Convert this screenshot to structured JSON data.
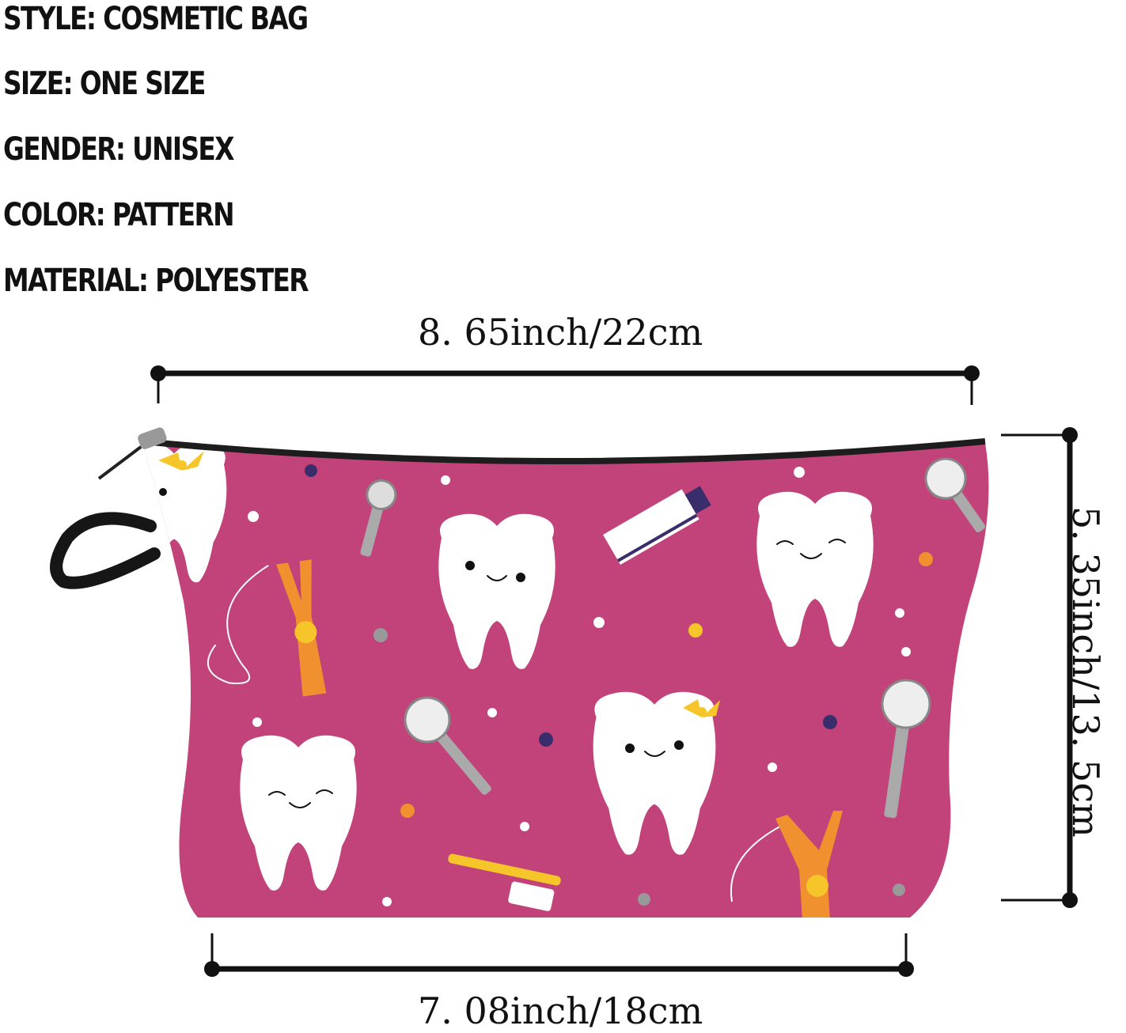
{
  "specs": {
    "style": "STYLE: COSMETIC BAG",
    "size": "SIZE:  ONE SIZE",
    "gender": "GENDER: UNISEX",
    "color": "COLOR:  PATTERN",
    "material": "MATERIAL: POLYESTER"
  },
  "dimensions": {
    "top_width": "8. 65inch/22cm",
    "bottom_width": "7. 08inch/18cm",
    "height": "5. 35inch/13. 5cm"
  },
  "colors": {
    "bag": "#c2427a",
    "tooth": "#ffffff",
    "zipper": "#222222",
    "bow": "#f5c52a",
    "floss": "#f0902e"
  }
}
